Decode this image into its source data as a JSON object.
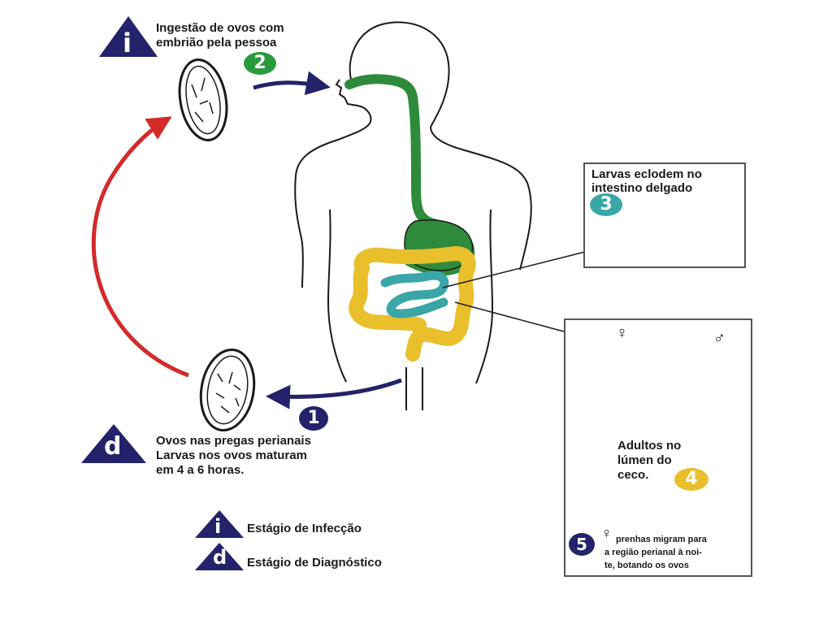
{
  "stage_i": {
    "letter": "i",
    "line1": "Ingestão de ovos com",
    "line2": "embrião pela pessoa"
  },
  "stage_d": {
    "letter": "d",
    "line1": "Ovos nas pregas perianais",
    "line2": "Larvas nos ovos maturam",
    "line3": "em 4 a 6 horas."
  },
  "steps": {
    "n1": "1",
    "n2": "2",
    "n3": "3",
    "n4": "4",
    "n5": "5"
  },
  "box3": {
    "line1": "Larvas eclodem no",
    "line2": "intestino delgado"
  },
  "box45": {
    "female_symbol": "♀",
    "male_symbol": "♂",
    "adults_line1": "Adultos no",
    "adults_line2": "lúmen do",
    "adults_line3": "ceco.",
    "migrate_symbol": "♀",
    "migrate_line1": "prenhas migram para",
    "migrate_line2": "a região perianal à noi-",
    "migrate_line3": "te, botando os ovos"
  },
  "legend": {
    "infection_letter": "i",
    "infection_label": "Estágio de Infecção",
    "diagnostic_letter": "d",
    "diagnostic_label": "Estágio de Diagnóstico"
  },
  "colors": {
    "navy": "#23226b",
    "green": "#2a9b3d",
    "digestive_green": "#2e8b3c",
    "teal": "#3aa6a8",
    "yellow": "#e9bf2b",
    "red": "#d42a2a",
    "outline": "#1a1a1a"
  }
}
